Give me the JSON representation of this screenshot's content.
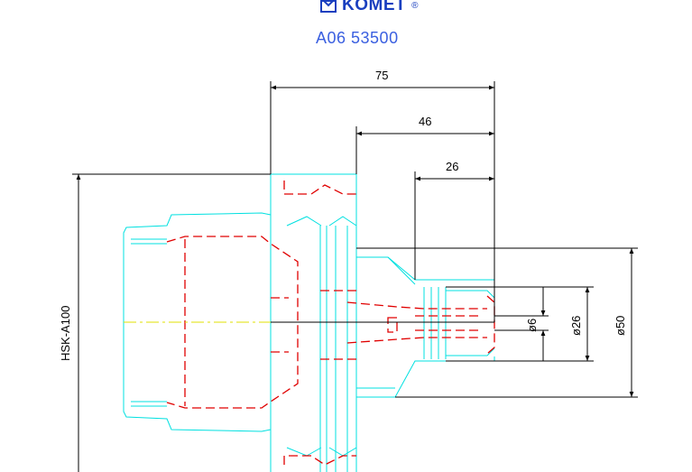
{
  "header": {
    "brand": "KOMET",
    "registered_mark": "®",
    "part_number": "A06 53500"
  },
  "dimensions": {
    "length_overall": "75",
    "length_mid": "46",
    "length_short": "26",
    "dia_bore": "ø6",
    "dia_nose": "ø26",
    "dia_body": "ø50",
    "interface": "HSK-A100"
  },
  "colors": {
    "outline": "#00e0e0",
    "hidden": "#e00000",
    "centerline": "#e0e000",
    "dimension": "#000000",
    "brand": "#1a3fbf"
  }
}
